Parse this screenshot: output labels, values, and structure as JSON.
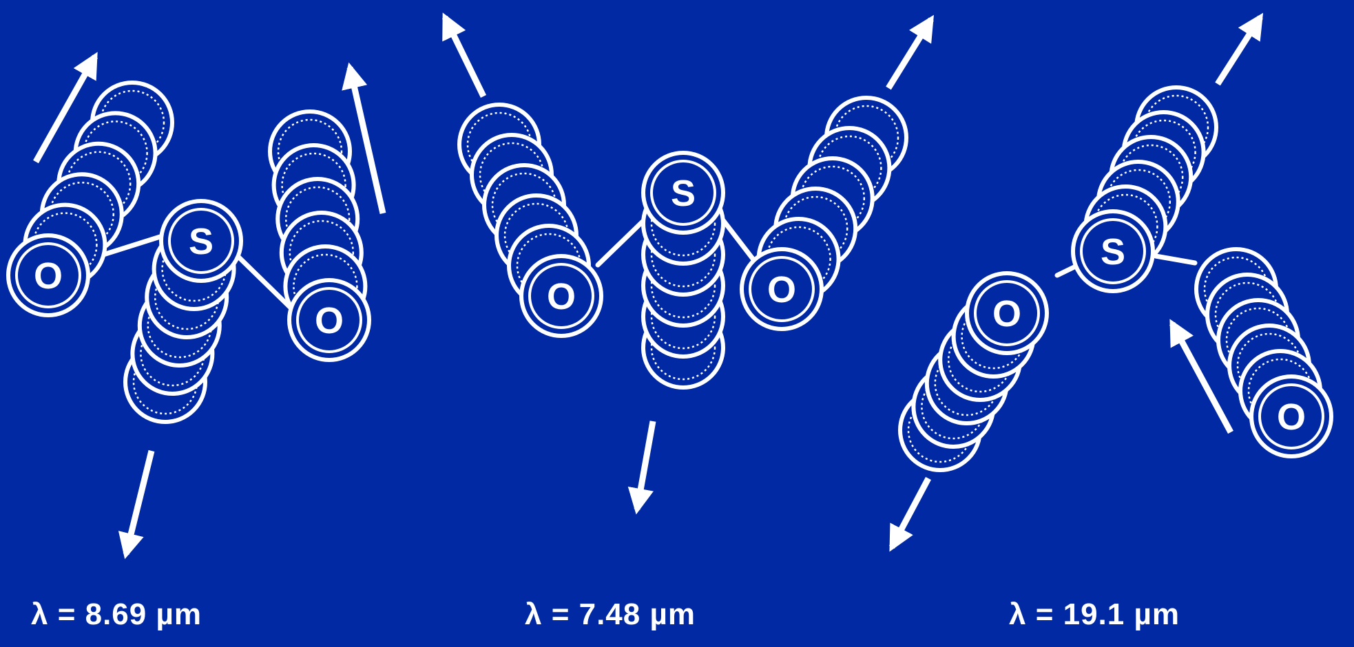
{
  "diagram": {
    "panels": [
      {
        "sulfur_label": "S",
        "oxygen_label": "O",
        "wavelength_label": "λ = 8.69 µm"
      },
      {
        "sulfur_label": "S",
        "oxygen_label": "O",
        "wavelength_label": "λ = 7.48 µm"
      },
      {
        "sulfur_label": "S",
        "oxygen_label": "O",
        "wavelength_label": "λ = 19.1 µm"
      }
    ]
  },
  "colors": {
    "background": "#0029a3",
    "foreground": "#ffffff"
  }
}
